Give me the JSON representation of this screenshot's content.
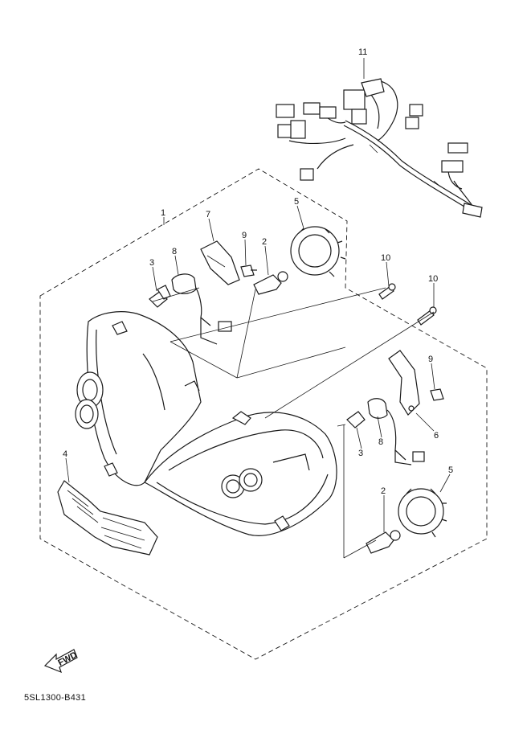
{
  "diagram": {
    "part_code": "5SL1300-B431",
    "fwd_label": "FWD",
    "callouts": [
      {
        "id": "c11",
        "label": "11"
      },
      {
        "id": "c1",
        "label": "1"
      },
      {
        "id": "c7",
        "label": "7"
      },
      {
        "id": "c5a",
        "label": "5"
      },
      {
        "id": "c9a",
        "label": "9"
      },
      {
        "id": "c2a",
        "label": "2"
      },
      {
        "id": "c8a",
        "label": "8"
      },
      {
        "id": "c3a",
        "label": "3"
      },
      {
        "id": "c10a",
        "label": "10"
      },
      {
        "id": "c10b",
        "label": "10"
      },
      {
        "id": "c9b",
        "label": "9"
      },
      {
        "id": "c6",
        "label": "6"
      },
      {
        "id": "c3b",
        "label": "3"
      },
      {
        "id": "c8b",
        "label": "8"
      },
      {
        "id": "c4",
        "label": "4"
      },
      {
        "id": "c2b",
        "label": "2"
      },
      {
        "id": "c5b",
        "label": "5"
      }
    ]
  }
}
